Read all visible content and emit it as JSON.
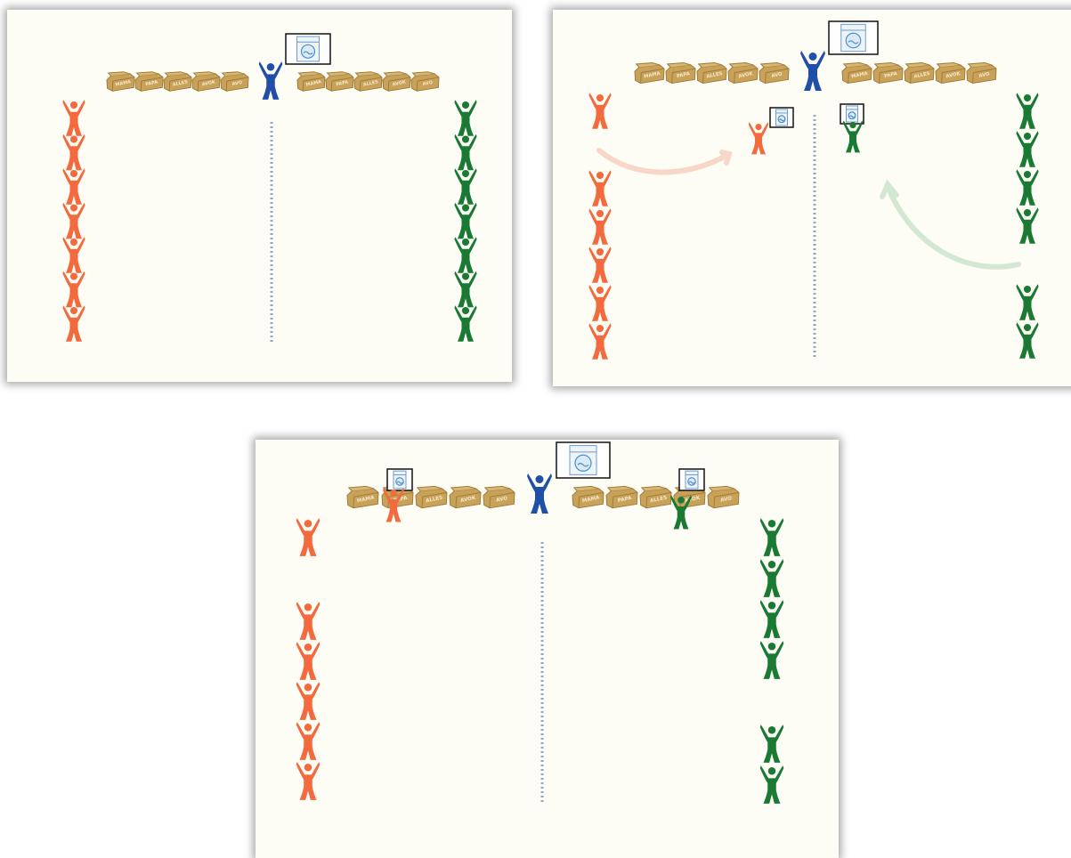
{
  "colors": {
    "orange": "#f26a3d",
    "green": "#1a7a34",
    "blue": "#1f4fa6",
    "box": "#c9a25a",
    "box_dark": "#a27d3a",
    "dots": "#8fa6c8",
    "arrow_orange": "#f9d7c8",
    "arrow_green": "#d3e8d3",
    "washer": "#4a90c8"
  },
  "icons": [
    "person-icon",
    "washing-machine-icon",
    "cardboard-box-icon",
    "curved-arrow-icon"
  ],
  "box_labels": [
    "MAMA",
    "PAPA",
    "ALLES",
    "AVOK",
    "AVO"
  ],
  "panels": [
    {
      "name": "step-1",
      "left_boxes": [
        "MAMA",
        "PAPA",
        "ALLES",
        "AVOK",
        "AVO"
      ],
      "right_boxes": [
        "MAMA",
        "PAPA",
        "ALLES",
        "AVOK",
        "AVO"
      ],
      "orange_count": 7,
      "green_count": 7,
      "move_arrows": false
    },
    {
      "name": "step-2",
      "left_boxes": [
        "MAMA",
        "PAPA",
        "ALLES",
        "AVOK",
        "AVO"
      ],
      "right_boxes": [
        "MAMA",
        "PAPA",
        "ALLES",
        "AVOK",
        "AVO"
      ],
      "orange_count": 6,
      "green_count": 6,
      "move_arrows": true
    },
    {
      "name": "step-3",
      "left_boxes": [
        "MAMA",
        "PAPA",
        "ALLES",
        "AVOK",
        "AVO"
      ],
      "right_boxes": [
        "MAMA",
        "PAPA",
        "ALLES",
        "AVOK",
        "AVO"
      ],
      "orange_count": 6,
      "green_count": 6,
      "move_arrows": false
    }
  ]
}
